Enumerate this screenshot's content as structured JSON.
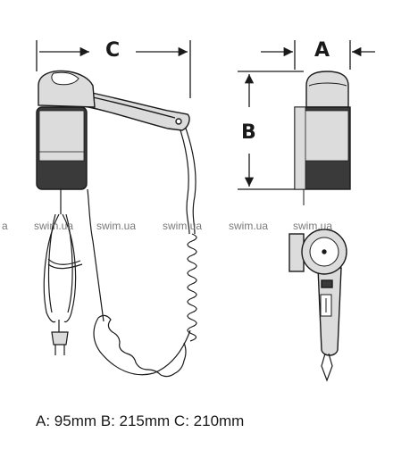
{
  "dimension_labels": {
    "c": "C",
    "a": "A",
    "b": "B"
  },
  "watermark": {
    "w1": "a",
    "w2": "swim.ua",
    "w3": "swim.ua",
    "w4": "swim.ua",
    "w5": "swim.ua",
    "w6": "swim.ua"
  },
  "dimensions_caption": "A: 95mm B: 215mm C: 210mm",
  "colors": {
    "line": "#1a1a1a",
    "body_fill": "#dcdcdc",
    "dark_fill": "#3a3a3a",
    "watermark": "#7a7a7a"
  }
}
